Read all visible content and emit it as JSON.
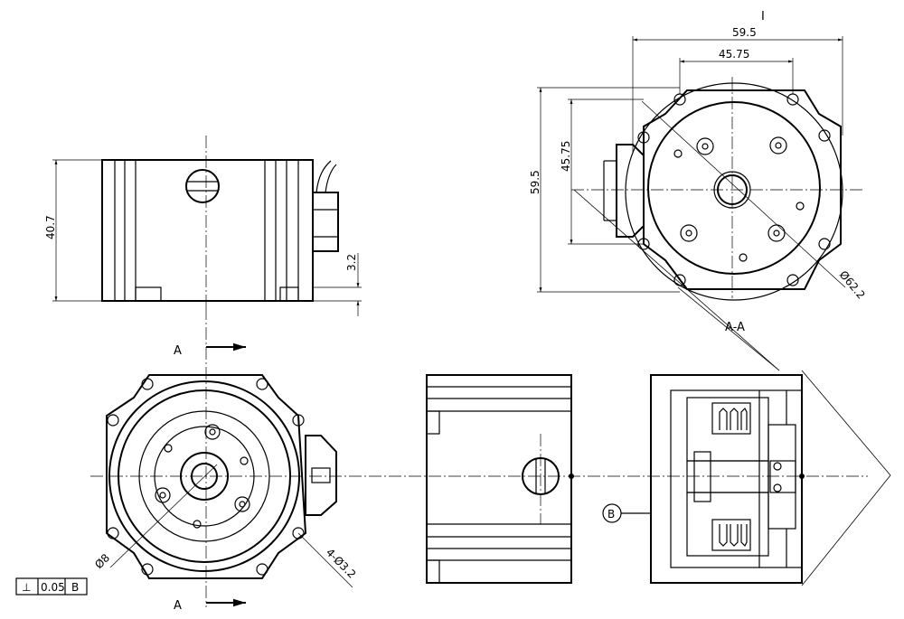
{
  "dimensions": {
    "top_width_outer": "59.5",
    "top_width_inner": "45.75",
    "side_height_outer": "59.5",
    "side_height_inner": "45.75",
    "diameter_pcd": "Ø62.2",
    "front_height": "40.7",
    "front_step": "3.2",
    "shaft_diameter": "Ø8",
    "holes": "4-Ø3.2"
  },
  "labels": {
    "top_mark": "I",
    "section_top": "A",
    "section_bottom": "A",
    "section_title": "A-A",
    "datum": "B"
  },
  "tolerance": {
    "symbol": "⊥",
    "value": "0.05",
    "datum": "B"
  },
  "colors": {
    "line": "#000000",
    "background": "#ffffff"
  }
}
